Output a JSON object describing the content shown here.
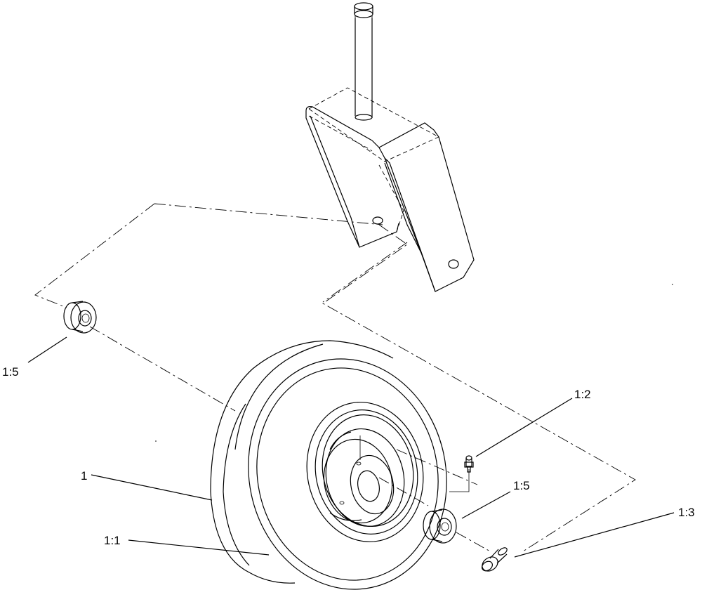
{
  "callouts": [
    {
      "id": "c-1-5-left",
      "text": "1:5"
    },
    {
      "id": "c-1-2",
      "text": "1:2"
    },
    {
      "id": "c-1",
      "text": "1"
    },
    {
      "id": "c-1-5-right",
      "text": "1:5"
    },
    {
      "id": "c-1-1",
      "text": "1:1"
    },
    {
      "id": "c-1-3",
      "text": "1:3"
    }
  ]
}
